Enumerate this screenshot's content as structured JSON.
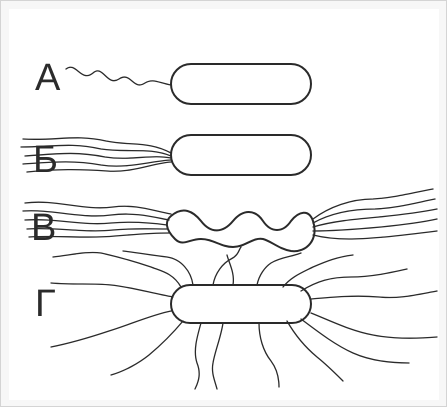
{
  "figure": {
    "labels": [
      "А",
      "Б",
      "В",
      "Г"
    ],
    "colors": {
      "stroke": "#2a2a2a",
      "label": "#2b2b2b",
      "background": "#ffffff"
    }
  }
}
